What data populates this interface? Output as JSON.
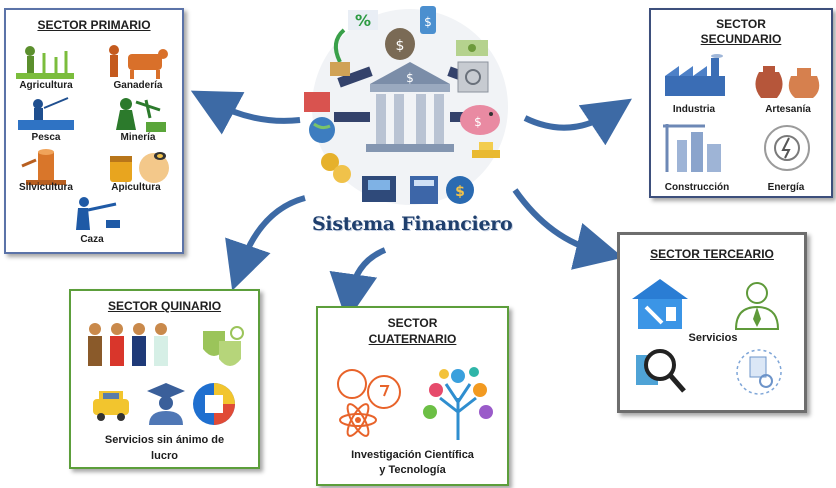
{
  "center": {
    "title": "Sistema Financiero"
  },
  "primario": {
    "title": "SECTOR PRIMARIO",
    "items": [
      "Agricultura",
      "Ganadería",
      "Pesca",
      "Minería",
      "Silvicultura",
      "Apicultura",
      "Caza"
    ]
  },
  "secundario": {
    "title_line1": "SECTOR",
    "title_line2": "SECUNDARIO",
    "items": [
      "Industria",
      "Artesanía",
      "Construcción",
      "Energía"
    ]
  },
  "terceario": {
    "title": "SECTOR TERCEARIO",
    "items": [
      "Servicios"
    ]
  },
  "cuaternario": {
    "title_line1": "SECTOR",
    "title_line2": "CUATERNARIO",
    "desc_line1": "Investigación Científica",
    "desc_line2": "y Tecnología"
  },
  "quinario": {
    "title": "SECTOR QUINARIO",
    "desc_line1": "Servicios sin ánimo de",
    "desc_line2": "lucro"
  },
  "colors": {
    "arrow": "#3d6aa5",
    "title": "#1f3f6d"
  }
}
